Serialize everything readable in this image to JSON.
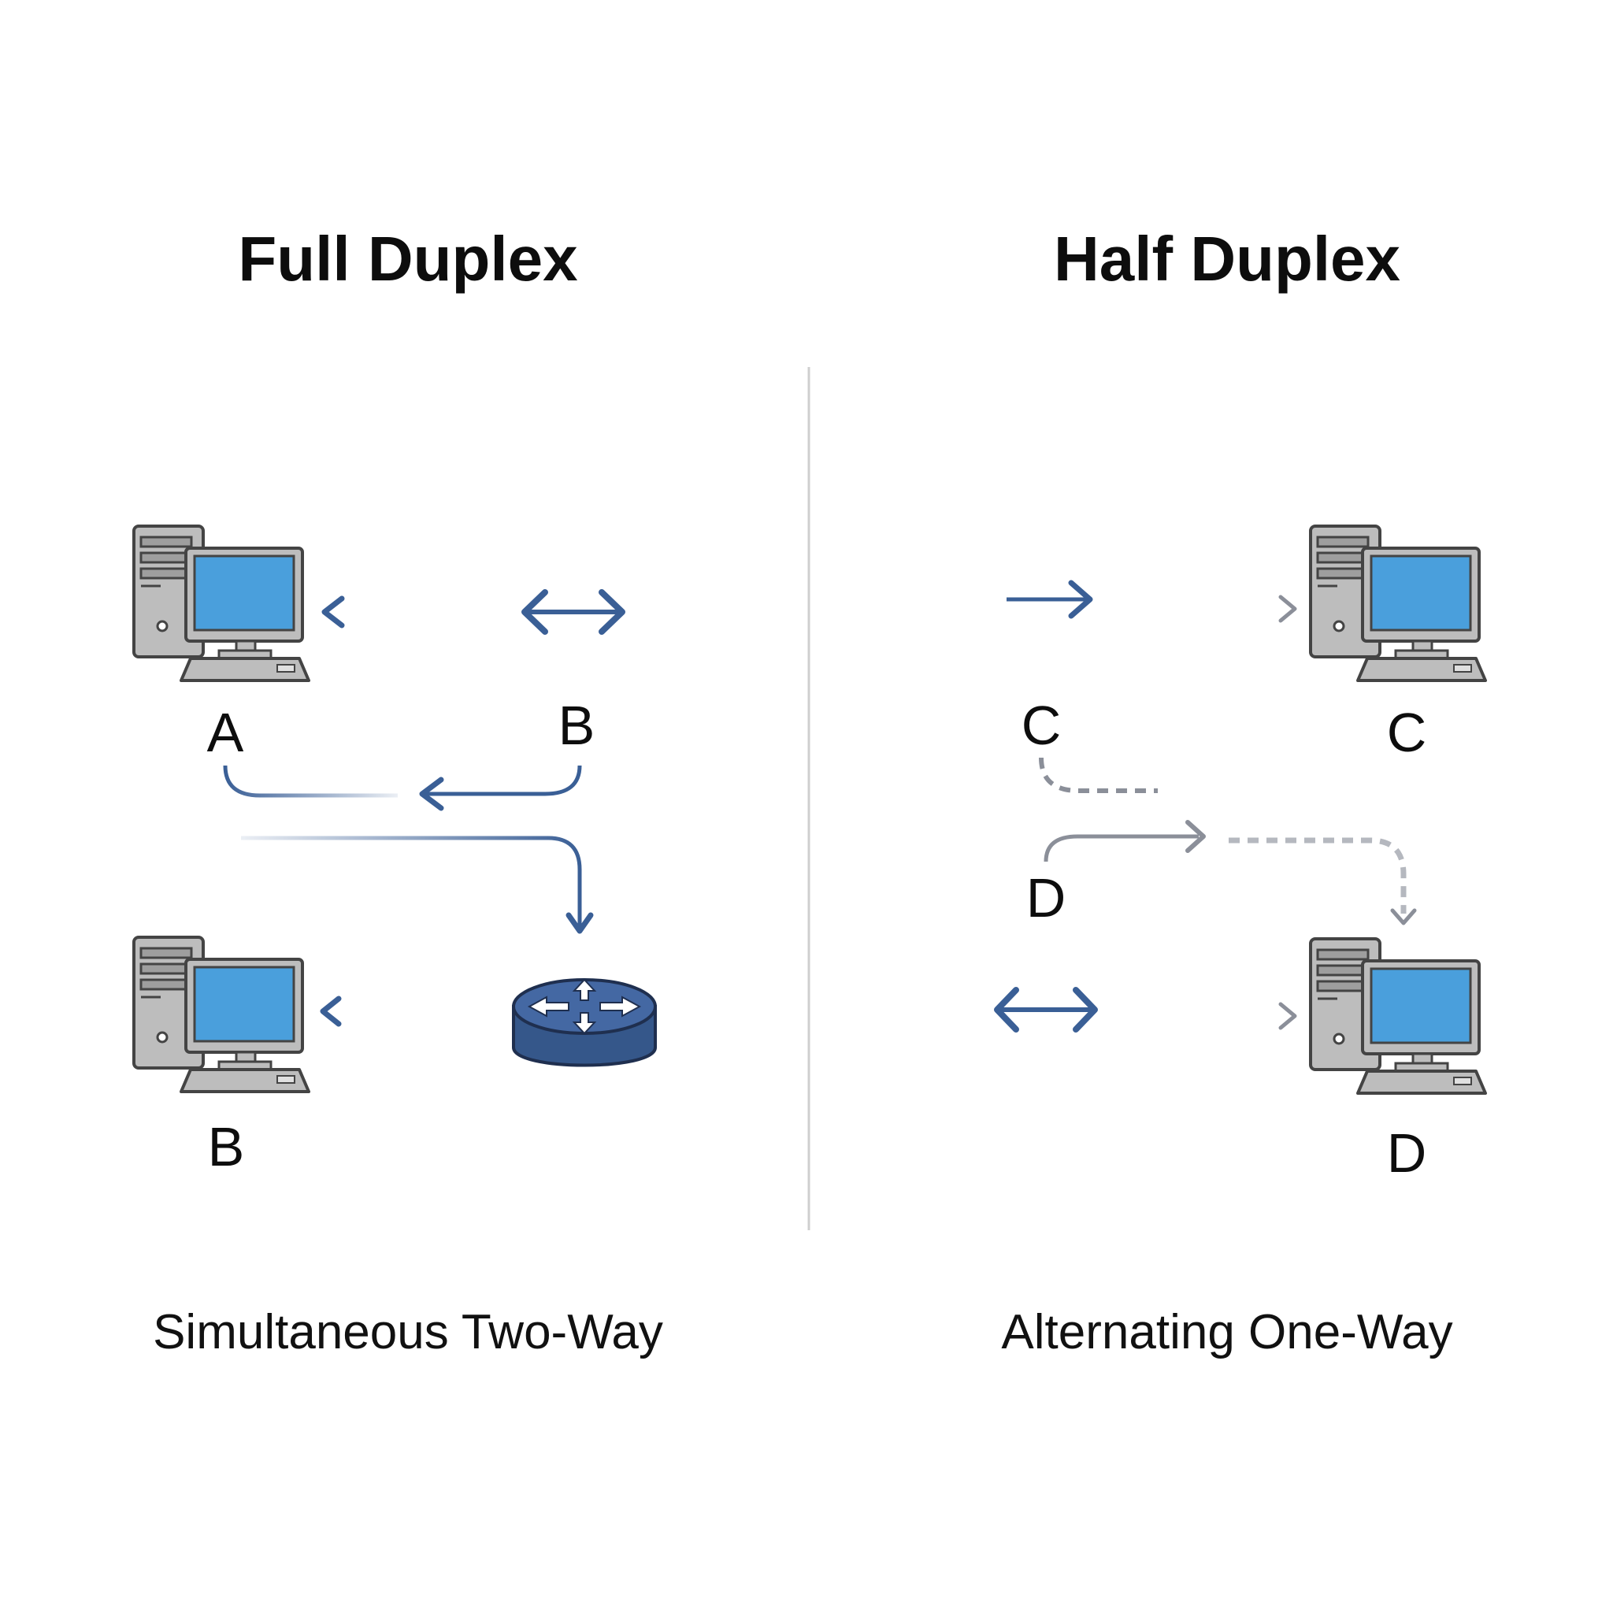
{
  "colors": {
    "accent_blue": "#3a5f96",
    "dashed_gray": "#8b8f99",
    "light_gray": "#c9ccd2",
    "screen_blue": "#4a9fdc",
    "router_blue": "#3a5f96",
    "case_gray": "#bcbcbc",
    "divider": "#cfcfcf"
  },
  "full_duplex": {
    "title": "Full Duplex",
    "caption": "Simultaneous Two-Way",
    "node_a_label": "A",
    "node_b_top_label": "B",
    "node_b_bottom_label": "B",
    "icons": [
      "computer-icon",
      "computer-icon",
      "router-icon"
    ]
  },
  "half_duplex": {
    "title": "Half Duplex",
    "caption": "Alternating One-Way",
    "label_c_left": "C",
    "label_c_right": "C",
    "label_d_left": "D",
    "label_d_right": "D",
    "icons": [
      "computer-icon",
      "computer-icon"
    ]
  }
}
